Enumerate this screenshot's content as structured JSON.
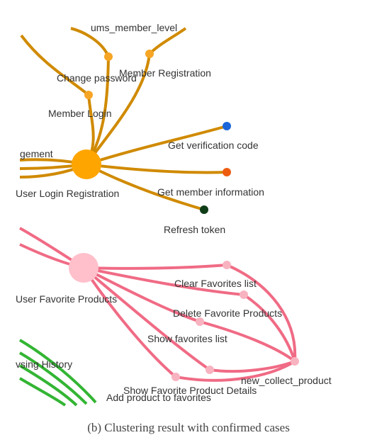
{
  "colors": {
    "auth_edges": "#d08a00",
    "auth_hub": "#ffa500",
    "auth_small_node": "#f6a524",
    "blue_node": "#1a66d9",
    "orange_node": "#ee5c10",
    "green_node": "#0f3d18",
    "fav_edges": "#f06b85",
    "fav_hub": "#ffc0cb",
    "fav_small_node": "#f8b3c0",
    "history_edges": "#33b533"
  },
  "labels": {
    "ums_member_level": "ums_member_level",
    "member_registration": "Member Registration",
    "change_password": "Change password",
    "member_login": "Member Login",
    "management": "gement",
    "get_verification_code": "Get verification code",
    "user_login_registration": "User Login Registration",
    "get_member_information": "Get member information",
    "refresh_token": "Refresh token",
    "clear_favorites_list": "Clear Favorites list",
    "user_favorite_products": "User Favorite Products",
    "delete_favorite_products": "Delete Favorite Products",
    "show_favorites_list": "Show favorites list",
    "browsing_history": "vsing History",
    "new_collect_product": "new_collect_product",
    "show_favorite_product_details": "Show Favorite Product Details",
    "add_product_to_favorites": "Add product to favorites"
  },
  "caption": "(b) Clustering result with confirmed cases"
}
